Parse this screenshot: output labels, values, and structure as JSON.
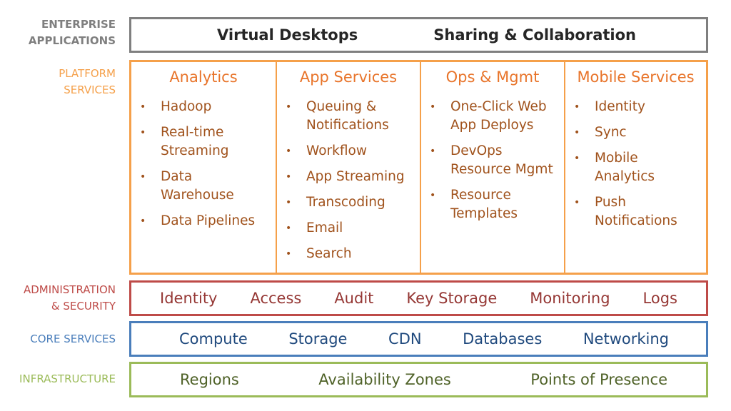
{
  "colors": {
    "enterprise": "#7f7f7f",
    "platform": "#f5a04a",
    "platform_text": "#a0521c",
    "admin": "#be4b48",
    "core": "#4a7ebb",
    "infra": "#9bbb59"
  },
  "layers": {
    "enterprise": {
      "label": "ENTERPRISE\nAPPLICATIONS",
      "items": [
        "Virtual Desktops",
        "Sharing & Collaboration"
      ]
    },
    "platform": {
      "label": "PLATFORM\nSERVICES",
      "columns": [
        {
          "title": "Analytics",
          "items": [
            "Hadoop",
            "Real-time\nStreaming",
            "Data\nWarehouse",
            "Data Pipelines"
          ]
        },
        {
          "title": "App Services",
          "items": [
            "Queuing  &\nNotifications",
            "Workflow",
            "App Streaming",
            "Transcoding",
            "Email",
            "Search"
          ]
        },
        {
          "title": "Ops & Mgmt",
          "items": [
            "One-Click Web\nApp Deploys",
            "DevOps\nResource Mgmt",
            "Resource\nTemplates"
          ]
        },
        {
          "title": "Mobile Services",
          "items": [
            "Identity",
            "Sync",
            "Mobile\nAnalytics",
            "Push\nNotifications"
          ]
        }
      ]
    },
    "admin": {
      "label": "ADMINISTRATION\n& SECURITY",
      "items": [
        "Identity",
        "Access",
        "Audit",
        "Key Storage",
        "Monitoring",
        "Logs"
      ]
    },
    "core": {
      "label": "CORE SERVICES",
      "items": [
        "Compute",
        "Storage",
        "CDN",
        "Databases",
        "Networking"
      ]
    },
    "infra": {
      "label": "INFRASTRUCTURE",
      "items": [
        "Regions",
        "Availability Zones",
        "Points of Presence"
      ]
    }
  }
}
